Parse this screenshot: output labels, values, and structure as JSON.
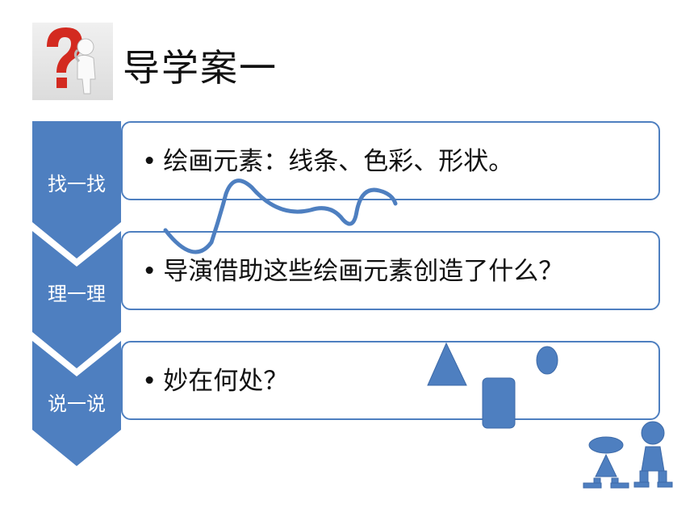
{
  "title": "导学案一",
  "bullet": "•",
  "steps": [
    {
      "label": "找一找",
      "text": "绘画元素：线条、色彩、形状。"
    },
    {
      "label": "理一理",
      "text": "导演借助这些绘画元素创造了什么？"
    },
    {
      "label": "说一说",
      "text": "妙在何处？"
    }
  ],
  "colors": {
    "accent": "#4e7fc0",
    "question_mark": "#d32a20"
  }
}
